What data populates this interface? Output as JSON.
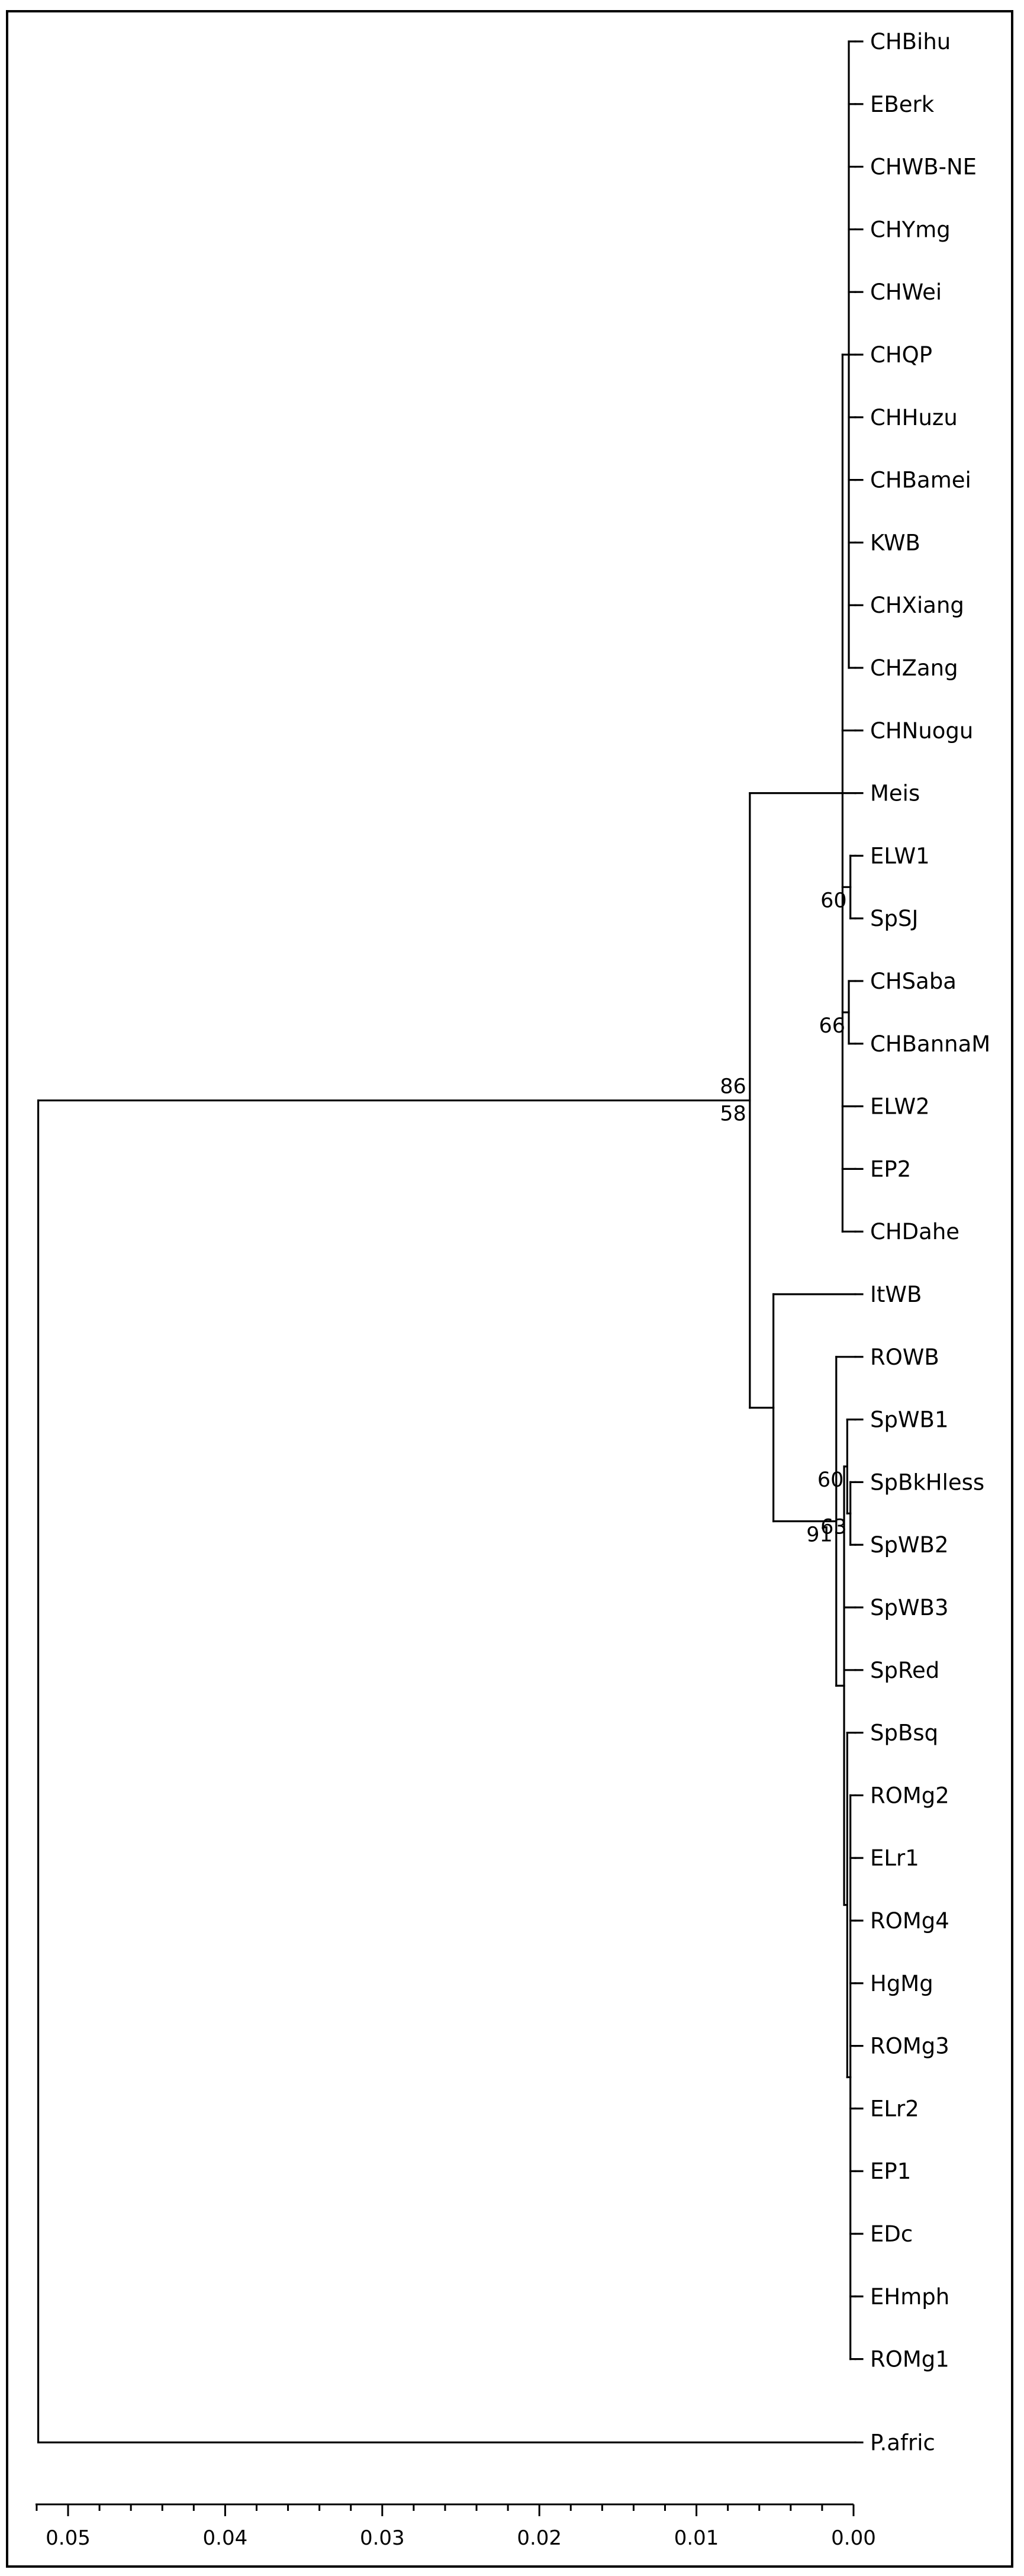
{
  "tree": {
    "leaves": [
      "CHBihu",
      "EBerk",
      "CHWB-NE",
      "CHYmg",
      "CHWei",
      "CHQP",
      "CHHuzu",
      "CHBamei",
      "KWB",
      "CHXiang",
      "CHZang",
      "CHNuogu",
      "Meis",
      "ELW1",
      "SpSJ",
      "CHSaba",
      "CHBannaM",
      "ELW2",
      "EP2",
      "CHDahe",
      "ItWB",
      "ROWB",
      "SpWB1",
      "SpBkHless",
      "SpWB2",
      "SpWB3",
      "SpRed",
      "SpBsq",
      "ROMg2",
      "ELr1",
      "ROMg4",
      "HgMg",
      "ROMg3",
      "ELr2",
      "EP1",
      "EDc",
      "EHmph",
      "ROMg1",
      "P.afric"
    ],
    "nodes": [
      {
        "id": "n_elw1_spsj",
        "height": 0.0002,
        "children": [
          "ELW1",
          "SpSJ"
        ],
        "support": "60"
      },
      {
        "id": "n_chsaba_chbannam",
        "height": 0.0003,
        "children": [
          "CHSaba",
          "CHBannaM"
        ],
        "support": "66"
      },
      {
        "id": "n_chq",
        "height": 0.0003,
        "children": [
          "CHBihu",
          "EBerk",
          "CHWB-NE",
          "CHYmg",
          "CHWei",
          "CHQP",
          "CHHuzu",
          "CHBamei",
          "KWB",
          "CHXiang",
          "CHZang"
        ]
      },
      {
        "id": "n_asian",
        "height": 0.0007,
        "children": [
          "n_chq",
          "CHNuogu",
          "Meis",
          "n_elw1_spsj",
          "n_chsaba_chbannam",
          "ELW2",
          "EP2",
          "CHDahe"
        ]
      },
      {
        "id": "n_spbk_spwb2",
        "height": 0.0002,
        "children": [
          "SpBkHless",
          "SpWB2"
        ],
        "support": "63"
      },
      {
        "id": "n_spwb1",
        "height": 0.0004,
        "children": [
          "SpWB1",
          "n_spbk_spwb2"
        ],
        "support": "60"
      },
      {
        "id": "n_romg",
        "height": 0.0002,
        "children": [
          "ROMg2",
          "ELr1",
          "ROMg4",
          "HgMg",
          "ROMg3",
          "ELr2",
          "EP1",
          "EDc",
          "EHmph",
          "ROMg1"
        ]
      },
      {
        "id": "n_spbsq",
        "height": 0.0004,
        "children": [
          "SpBsq",
          "n_romg"
        ]
      },
      {
        "id": "n_eur_inner",
        "height": 0.0006,
        "children": [
          "n_spwb1",
          "SpWB3",
          "SpRed",
          "n_spbsq"
        ]
      },
      {
        "id": "n_rowb",
        "height": 0.0011,
        "children": [
          "ROWB",
          "n_eur_inner"
        ],
        "support": "91"
      },
      {
        "id": "n_itwb",
        "height": 0.0051,
        "children": [
          "ItWB",
          "n_rowb"
        ]
      },
      {
        "id": "n_sus",
        "height": 0.0066,
        "children": [
          "n_asian",
          "n_itwb"
        ],
        "support": "86"
      },
      {
        "id": "n_sus2",
        "height": 0.0066,
        "children": [
          "n_sus"
        ],
        "support": "58"
      },
      {
        "id": "root",
        "height": 0.0519,
        "children": [
          "n_sus2",
          "P.afric"
        ]
      }
    ]
  },
  "axis": {
    "min": 0.0,
    "max": 0.05,
    "reversed": true,
    "ticks": [
      0.05,
      0.04,
      0.03,
      0.02,
      0.01,
      0.0
    ],
    "tick_labels": [
      "0.05",
      "0.04",
      "0.03",
      "0.02",
      "0.01",
      "0.00"
    ]
  }
}
